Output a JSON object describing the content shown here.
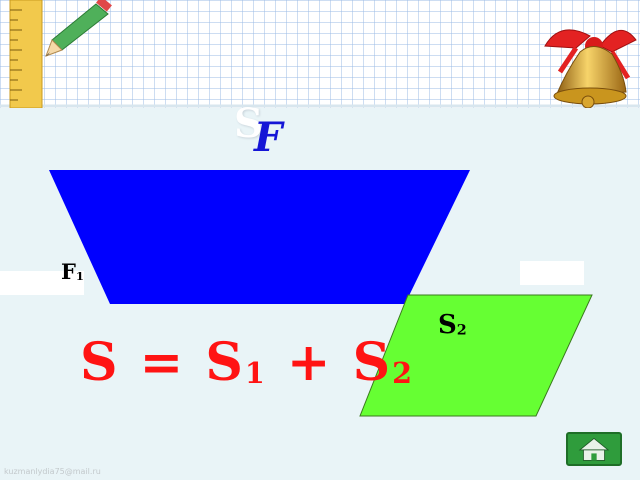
{
  "labels": {
    "s": "S",
    "f": "F",
    "f1_base": "F",
    "f1_sub": "1",
    "s2_base": "S",
    "s2_sub": "2"
  },
  "formula": {
    "lhs": "S",
    "eq": " = ",
    "term1_base": "S",
    "term1_sub": "1",
    "plus": " + ",
    "term2_base": "S",
    "term2_sub": "2"
  },
  "watermark": "kuzmanlydia75@mail.ru",
  "colors": {
    "trapezoid": "#0000ff",
    "parallelogram": "#66ff33",
    "formula": "#ff1313",
    "f_label": "#1515d6",
    "grid_line": "#8fb3e3"
  },
  "icons": {
    "home_button": "home-icon",
    "ruler": "ruler-icon",
    "pencil": "pencil-icon",
    "bell": "bell-icon"
  }
}
